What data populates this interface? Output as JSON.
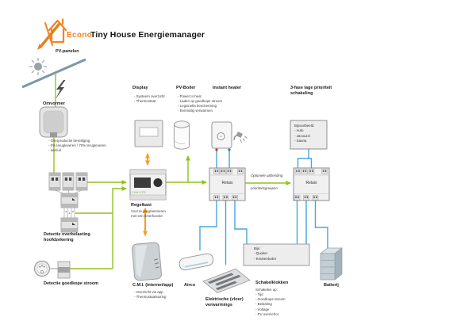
{
  "header": {
    "logo_text": "Econo",
    "title": "Tiny House Energiemanager"
  },
  "colors": {
    "green_wire": "#8fc31f",
    "blue_wire": "#45a5dc",
    "orange_arrow": "#f5a11c",
    "logo_orange": "#f5821f"
  },
  "nodes": {
    "pv": {
      "label": "PV-panelen"
    },
    "omvormer": {
      "label": "Omvormer",
      "bullets": [
        "- Overproductie beveiliging",
        "- 0% terugleveren / 70% terugleveren",
        "- aan/uit"
      ]
    },
    "overbelasting": {
      "line1": "Detectie overbelasting",
      "line2": "hoofdzekering"
    },
    "goedkope_stroom": {
      "label": "Detectie goedkope stroom"
    },
    "display": {
      "label": "Display",
      "bullets": [
        "- Systeem overzicht",
        "- Thermostaat"
      ]
    },
    "pv_boiler": {
      "label": "PV-Boiler",
      "bullets": [
        "- Power to heat",
        "- Laden op goedkope stroom",
        "- Legionella bescherming",
        "- Eenmalig verwarmen"
      ]
    },
    "instant_heater": {
      "label": "Instant heater"
    },
    "drie_fase": {
      "line1": "3-fase lage prioriteit",
      "line2": "schakeling",
      "box": [
        "Bijvoorbeeld:",
        "- Auto",
        "- Jacouzzi",
        "- Sauna"
      ]
    },
    "regelkast": {
      "label": "Regelkast",
      "device_code": "CAN-EZ3",
      "bullets": [
        "Voor te programmeren",
        "met een timerfunctie"
      ]
    },
    "relais_links": {
      "label": "Relais"
    },
    "relais_rechts": {
      "label": "Relais"
    },
    "optionele_uitbreiding": {
      "line1": "Optionele uitbreiding",
      "line2": "prioriteitsgroepen"
    },
    "cmi": {
      "label": "C.M.I. (internet/app)",
      "bullets": [
        "- Overzicht via app",
        "- Thermostaatsturing"
      ]
    },
    "airco": {
      "label": "Airco"
    },
    "vloerverwarming": {
      "line1": "Elektrische (vloer)",
      "line2": "verwarmings"
    },
    "bijv_box": {
      "lines": [
        "Bijv:",
        "- Quoker",
        "- Keukenboiler"
      ]
    },
    "schakelklokken": {
      "label": "Schakelklokken",
      "bullets": [
        "Schakelen op:",
        "- Tijd",
        "- Goedkope stroom",
        "- Belasting",
        "- Voltage",
        "- PV overschot"
      ]
    },
    "batterij": {
      "label": "Batterij"
    }
  }
}
